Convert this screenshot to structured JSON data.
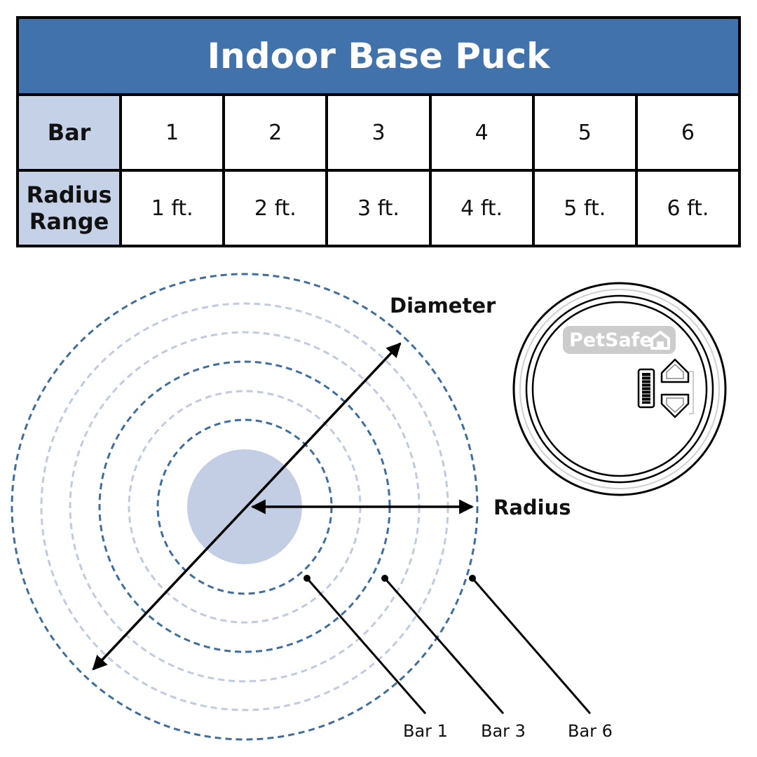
{
  "table": {
    "title": "Indoor Base Puck",
    "rows": [
      {
        "label": "Bar",
        "values": [
          "1",
          "2",
          "3",
          "4",
          "5",
          "6"
        ]
      },
      {
        "label": "Radius Range",
        "values": [
          "1 ft.",
          "2 ft.",
          "3 ft.",
          "4 ft.",
          "5 ft.",
          "6 ft."
        ]
      }
    ]
  },
  "diagram": {
    "labels": {
      "diameter": "Diameter",
      "radius": "Radius",
      "bar1": "Bar 1",
      "bar3": "Bar 3",
      "bar6": "Bar 6"
    },
    "colors": {
      "strong_ring": "#3e6d9e",
      "light_ring": "#bfcbe1",
      "center_fill": "#c3cee4"
    }
  },
  "device": {
    "logo": "PetSafe",
    "icon": "petsafe-house-logo",
    "buttons": [
      "up-arrow-button",
      "down-arrow-button"
    ]
  }
}
